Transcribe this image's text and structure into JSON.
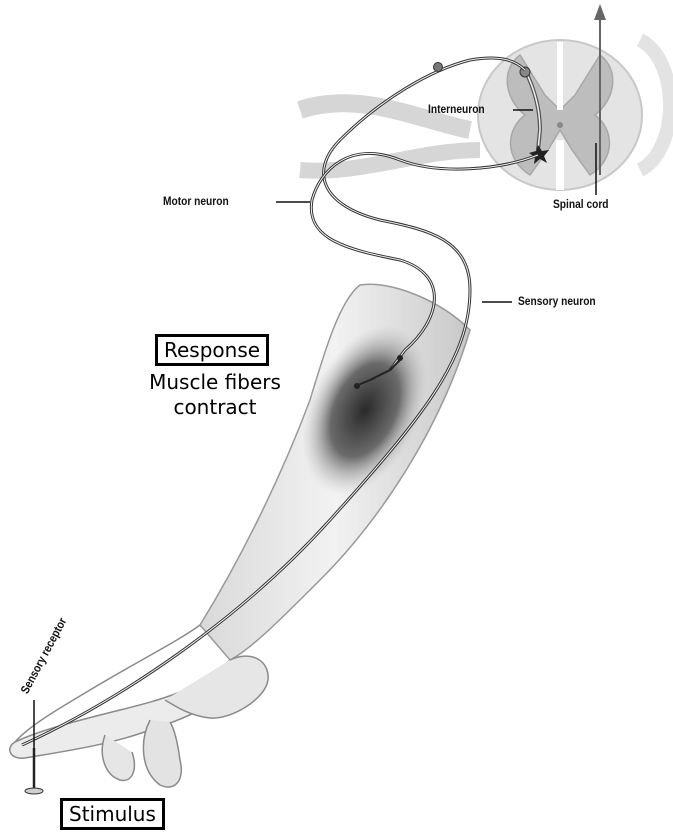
{
  "labels": {
    "interneuron": "Interneuron",
    "spinal_cord": "Spinal cord",
    "motor_neuron": "Motor neuron",
    "sensory_neuron": "Sensory neuron",
    "sensory_receptor": "Sensory receptor"
  },
  "response": {
    "box_label": "Response",
    "line1": "Muscle fibers",
    "line2": "contract"
  },
  "stimulus": {
    "box_label": "Stimulus"
  }
}
